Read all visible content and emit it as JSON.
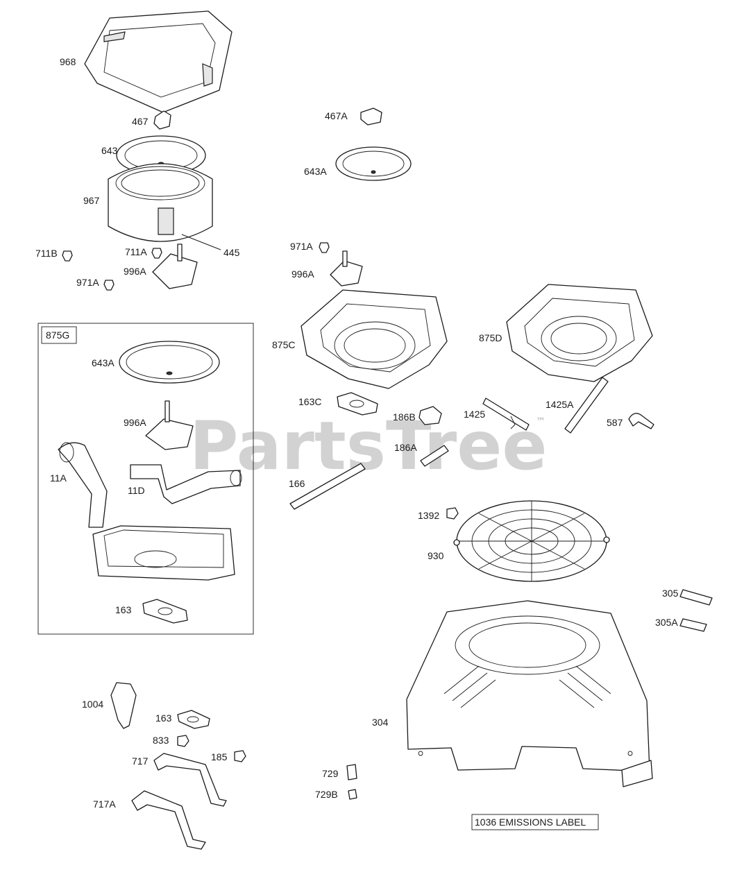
{
  "watermark": {
    "brand": "PartsTree",
    "trademark": "™"
  },
  "kit_box": {
    "label": "875G"
  },
  "emissions_label": "1036 EMISSIONS LABEL",
  "callouts": {
    "p968": "968",
    "p467": "467",
    "p643": "643",
    "p967": "967",
    "p445": "445",
    "p711B": "711B",
    "p711A": "711A",
    "p996A_top": "996A",
    "p971A_left": "971A",
    "p467A": "467A",
    "p643A_top": "643A",
    "p971A_mid": "971A",
    "p996A_mid": "996A",
    "p875C": "875C",
    "p875D": "875D",
    "p163C": "163C",
    "p186B": "186B",
    "p1425": "1425",
    "p1425A": "1425A",
    "p587": "587",
    "p186A": "186A",
    "p166": "166",
    "p643A_kit": "643A",
    "p996A_kit": "996A",
    "p11A": "11A",
    "p11D": "11D",
    "p163_kit": "163",
    "p1392": "1392",
    "p930": "930",
    "p305": "305",
    "p305A": "305A",
    "p304": "304",
    "p1004": "1004",
    "p163_low": "163",
    "p833": "833",
    "p185": "185",
    "p717": "717",
    "p717A": "717A",
    "p729": "729",
    "p729B": "729B"
  }
}
